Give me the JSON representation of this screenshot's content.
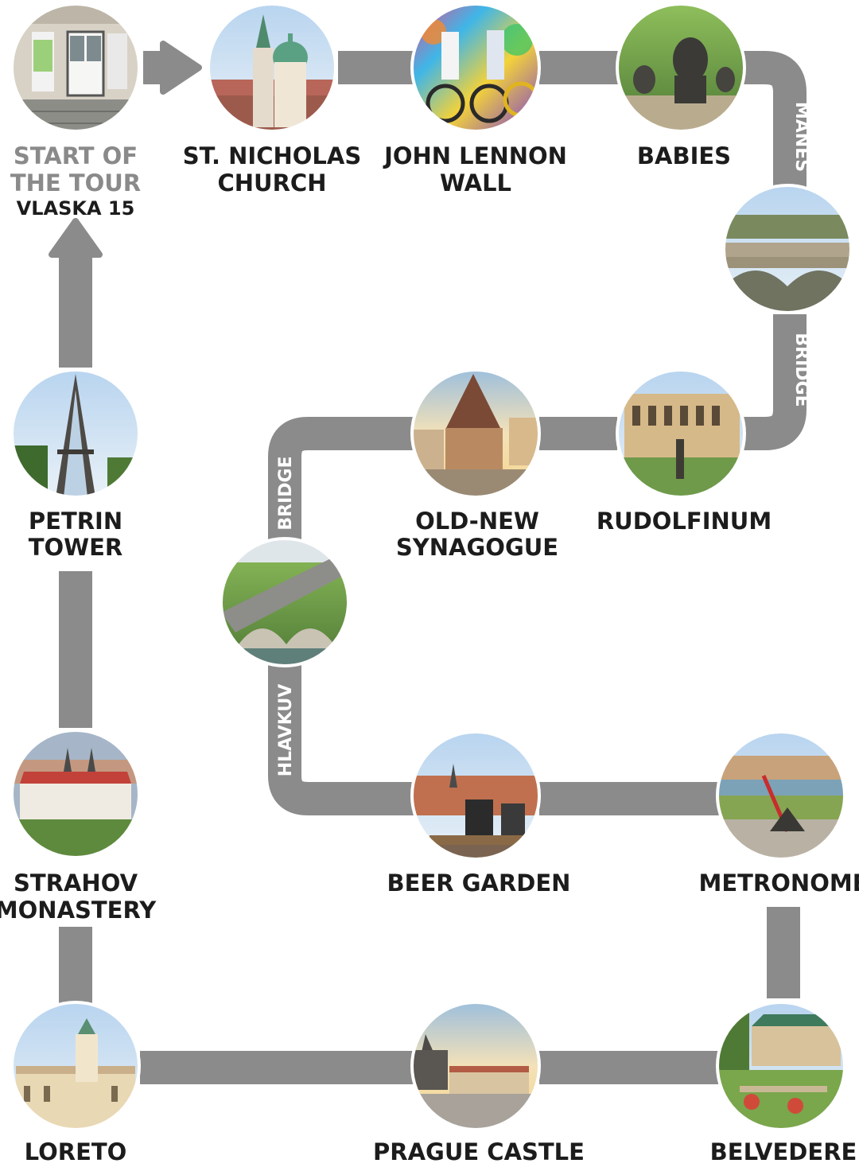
{
  "stops": [
    {
      "id": "start",
      "lines": [
        "START OF",
        "THE TOUR"
      ],
      "sub": "VLASKA 15",
      "photo": "shop-entrance"
    },
    {
      "id": "st-nicholas",
      "lines": [
        "ST. NICHOLAS",
        "CHURCH"
      ],
      "photo": "baroque-church-dome"
    },
    {
      "id": "lennon",
      "lines": [
        "JOHN LENNON",
        "WALL"
      ],
      "photo": "graffiti-wall-bikes"
    },
    {
      "id": "babies",
      "lines": [
        "BABIES"
      ],
      "photo": "bronze-baby-sculptures"
    },
    {
      "id": "manes",
      "lines": [],
      "photo": "stone-bridge-river"
    },
    {
      "id": "rudolfinum",
      "lines": [
        "RUDOLFINUM"
      ],
      "photo": "neo-renaissance-hall"
    },
    {
      "id": "synagogue",
      "lines": [
        "OLD-NEW",
        "SYNAGOGUE"
      ],
      "photo": "gothic-synagogue"
    },
    {
      "id": "hlavkuv",
      "lines": [],
      "photo": "bridge-traffic"
    },
    {
      "id": "beer-garden",
      "lines": [
        "BEER GARDEN"
      ],
      "photo": "people-overlooking-city"
    },
    {
      "id": "metronome",
      "lines": [
        "METRONOME"
      ],
      "photo": "giant-metronome"
    },
    {
      "id": "belvedere",
      "lines": [
        "BELVEDERE"
      ],
      "photo": "summer-palace-garden"
    },
    {
      "id": "castle",
      "lines": [
        "PRAGUE CASTLE"
      ],
      "photo": "castle-courtyard"
    },
    {
      "id": "loreto",
      "lines": [
        "LORETO"
      ],
      "photo": "baroque-facade-tower"
    },
    {
      "id": "strahov",
      "lines": [
        "STRAHOV",
        "MONASTERY"
      ],
      "photo": "monastery-red-roofs"
    },
    {
      "id": "petrin",
      "lines": [
        "PETRIN",
        "TOWER"
      ],
      "photo": "lattice-tower"
    }
  ],
  "road_labels": {
    "manes": "MANES",
    "bridge_right": "BRIDGE",
    "bridge_left": "BRIDGE",
    "hlavkuv": "HLAVKUV"
  },
  "colors": {
    "road": "#8b8b8b",
    "start_text": "#8a8a8a",
    "label_text": "#1c1c1c",
    "photo_ring": "#ffffff"
  }
}
